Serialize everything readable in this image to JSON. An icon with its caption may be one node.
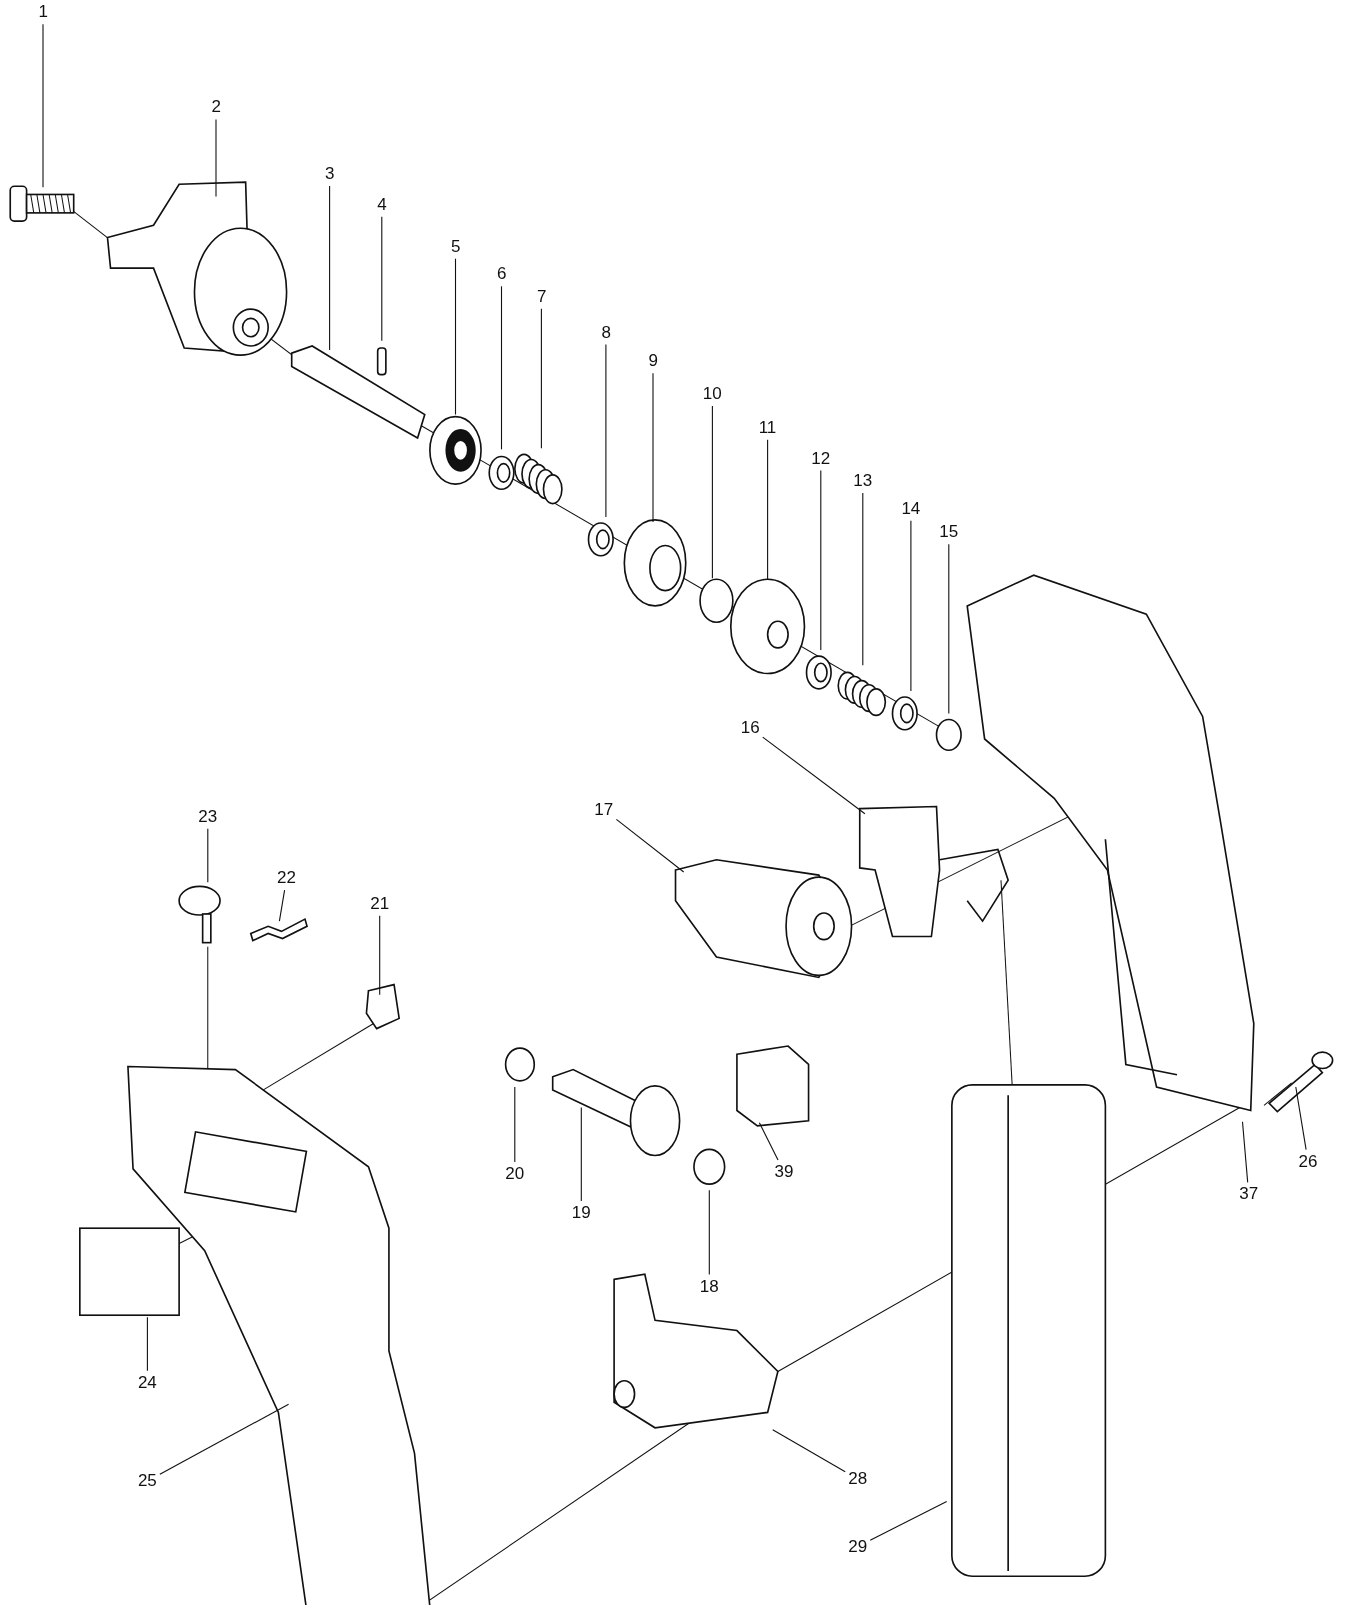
{
  "diagram": {
    "nodes": [
      {
        "text": [
          "1"
        ]
      },
      {
        "text": [
          "2"
        ]
      },
      {
        "text": [
          "3"
        ]
      },
      {
        "text": [
          "4"
        ]
      },
      {
        "text": [
          "5"
        ]
      },
      {
        "text": [
          "6"
        ]
      },
      {
        "text": [
          "7"
        ]
      },
      {
        "text": [
          "8"
        ]
      },
      {
        "text": [
          "9"
        ]
      },
      {
        "text": [
          "10"
        ]
      },
      {
        "text": [
          "11"
        ]
      },
      {
        "text": [
          "12"
        ]
      },
      {
        "text": [
          "13"
        ]
      },
      {
        "text": [
          "14"
        ]
      },
      {
        "text": [
          "15"
        ]
      },
      {
        "text": [
          "16"
        ]
      },
      {
        "text": [
          "17"
        ]
      },
      {
        "text": [
          "18"
        ]
      },
      {
        "text": [
          "19"
        ]
      },
      {
        "text": [
          "20"
        ]
      },
      {
        "text": [
          "21"
        ]
      },
      {
        "text": [
          "22"
        ]
      },
      {
        "text": [
          "23"
        ]
      },
      {
        "text": [
          "24"
        ]
      },
      {
        "text": [
          "25"
        ]
      },
      {
        "text": [
          "26"
        ]
      },
      {
        "text": [
          "28"
        ]
      },
      {
        "text": [
          "29"
        ]
      },
      {
        "text": [
          "37"
        ]
      },
      {
        "text": [
          "39"
        ]
      }
    ],
    "edges": [
      {
        "from": 0,
        "to": null,
        "arrow": "none"
      },
      {
        "from": 1,
        "to": null,
        "arrow": "none"
      },
      {
        "from": 2,
        "to": null,
        "arrow": "none"
      },
      {
        "from": 3,
        "to": null,
        "arrow": "none"
      },
      {
        "from": 4,
        "to": null,
        "arrow": "none"
      },
      {
        "from": 5,
        "to": null,
        "arrow": "none"
      },
      {
        "from": 6,
        "to": null,
        "arrow": "none"
      },
      {
        "from": 7,
        "to": null,
        "arrow": "none"
      },
      {
        "from": 8,
        "to": null,
        "arrow": "none"
      },
      {
        "from": 9,
        "to": null,
        "arrow": "none"
      },
      {
        "from": 10,
        "to": null,
        "arrow": "none"
      },
      {
        "from": 11,
        "to": null,
        "arrow": "none"
      },
      {
        "from": 12,
        "to": null,
        "arrow": "none"
      },
      {
        "from": 13,
        "to": null,
        "arrow": "none"
      },
      {
        "from": 14,
        "to": null,
        "arrow": "none"
      },
      {
        "from": 15,
        "to": null,
        "arrow": "none"
      },
      {
        "from": 16,
        "to": null,
        "arrow": "none"
      },
      {
        "from": 17,
        "to": null,
        "arrow": "none"
      },
      {
        "from": 18,
        "to": null,
        "arrow": "none"
      },
      {
        "from": 19,
        "to": null,
        "arrow": "none"
      },
      {
        "from": 20,
        "to": null,
        "arrow": "none"
      },
      {
        "from": 21,
        "to": null,
        "arrow": "none"
      },
      {
        "from": 22,
        "to": null,
        "arrow": "none"
      },
      {
        "from": 23,
        "to": null,
        "arrow": "none"
      },
      {
        "from": 24,
        "to": null,
        "arrow": "none"
      },
      {
        "from": 25,
        "to": null,
        "arrow": "none"
      },
      {
        "from": 26,
        "to": null,
        "arrow": "none"
      },
      {
        "from": 27,
        "to": null,
        "arrow": "none"
      },
      {
        "from": 28,
        "to": null,
        "arrow": "none"
      },
      {
        "from": 29,
        "to": null,
        "arrow": "none"
      }
    ]
  }
}
